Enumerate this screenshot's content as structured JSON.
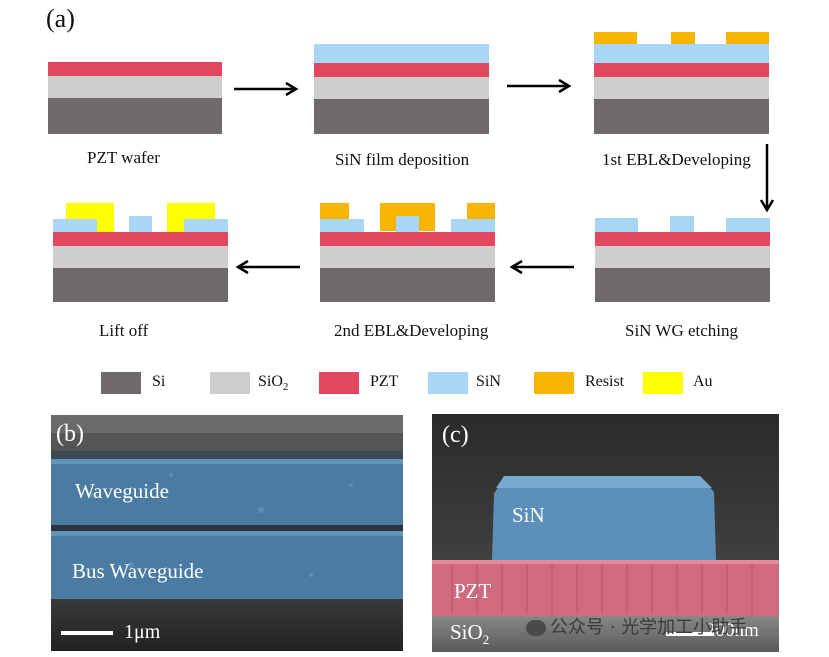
{
  "panels": {
    "a": "(a)",
    "b": "(b)",
    "c": "(c)"
  },
  "steps": [
    "PZT wafer",
    "SiN film deposition",
    "1st EBL&Developing",
    "SiN WG etching",
    "2nd EBL&Developing",
    "Lift off"
  ],
  "legend": [
    {
      "label": "Si",
      "color": "#6e6a6a"
    },
    {
      "label": "SiO",
      "sub": "2",
      "color": "#cfcdce"
    },
    {
      "label": "PZT",
      "color": "#e2475f"
    },
    {
      "label": "SiN",
      "color": "#a8d6f4"
    },
    {
      "label": "Resist",
      "color": "#f7b500"
    },
    {
      "label": "Au",
      "color": "#ffff00"
    }
  ],
  "sem_b": {
    "waveguide": "Waveguide",
    "bus_waveguide": "Bus Waveguide",
    "scale": "1μm"
  },
  "sem_c": {
    "sin": "SiN",
    "pzt": "PZT",
    "sio2": "SiO",
    "sio2_sub": "2",
    "scale": "200nm"
  },
  "watermark": "公众号 · 光学加工小助手"
}
